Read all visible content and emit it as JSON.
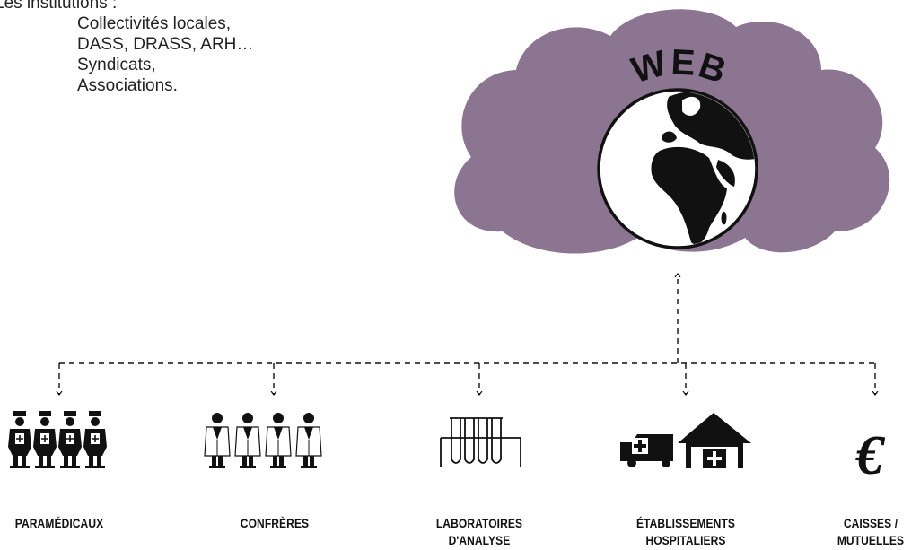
{
  "institutions": {
    "heading": "Les institutions :",
    "items": [
      "Collectivités locales,",
      "DASS, DRASS, ARH…",
      "Syndicats,",
      "Associations."
    ]
  },
  "cloud": {
    "label": "WEB",
    "color": "#8c7590"
  },
  "nodes": [
    {
      "line1": "PARAMÉDICAUX",
      "line2": "",
      "icon": "nurses-icon"
    },
    {
      "line1": "CONFRÈRES",
      "line2": "",
      "icon": "doctors-icon"
    },
    {
      "line1": "LABORATOIRES",
      "line2": "D'ANALYSE",
      "icon": "test-tubes-icon"
    },
    {
      "line1": "ÉTABLISSEMENTS",
      "line2": "HOSPITALIERS",
      "icon": "ambulance-hospital-icon"
    },
    {
      "line1": "CAISSES /",
      "line2": "MUTUELLES",
      "icon": "euro-icon"
    }
  ]
}
